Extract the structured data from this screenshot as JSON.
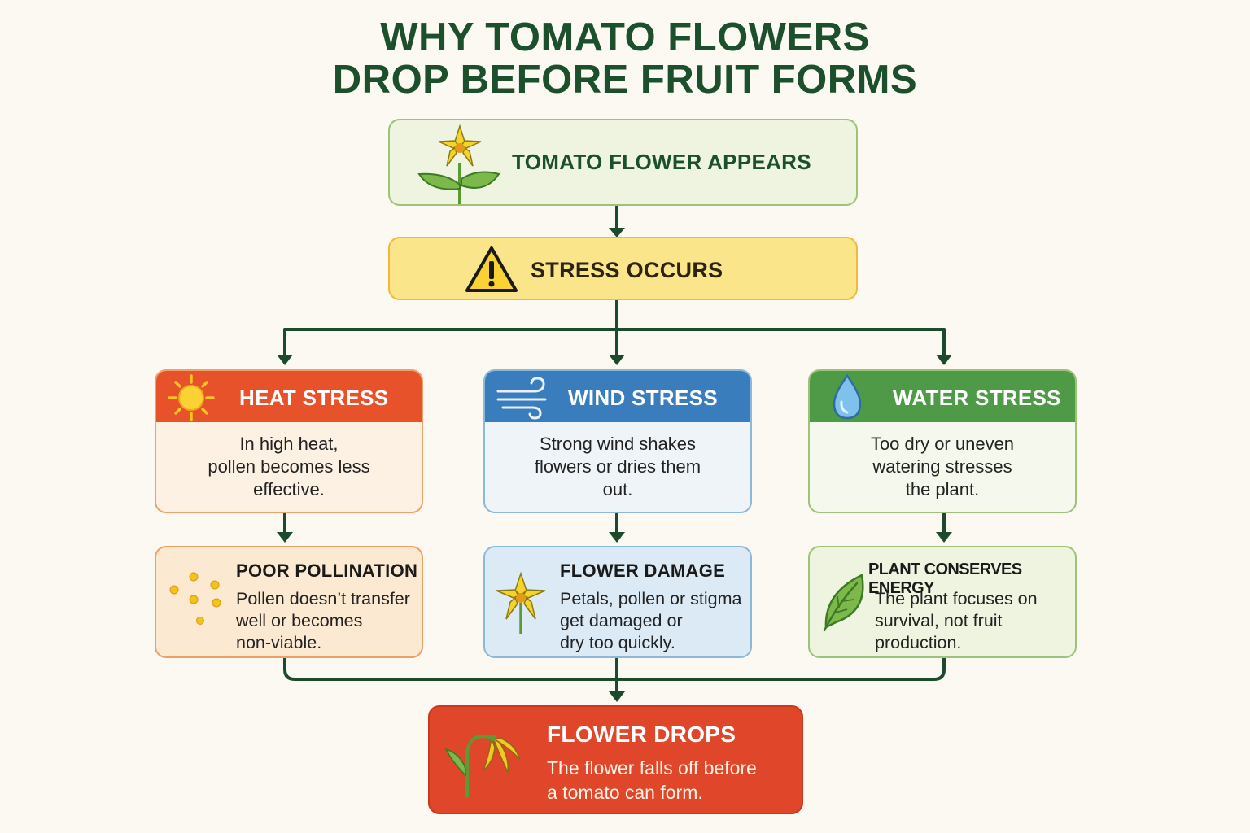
{
  "title": {
    "line1": "WHY TOMATO FLOWERS",
    "line2": "DROP BEFORE FRUIT FORMS"
  },
  "nodes": {
    "flower_appears": {
      "label": "TOMATO FLOWER APPEARS",
      "icon": "tomato-flower-icon"
    },
    "stress_occurs": {
      "label": "STRESS OCCURS",
      "icon": "warning-icon"
    },
    "heat_stress": {
      "label": "HEAT STRESS",
      "icon": "sun-icon",
      "desc": [
        "In high heat,",
        "pollen becomes less",
        "effective."
      ]
    },
    "wind_stress": {
      "label": "WIND STRESS",
      "icon": "wind-icon",
      "desc": [
        "Strong wind shakes",
        "flowers or dries them",
        "out."
      ]
    },
    "water_stress": {
      "label": "WATER STRESS",
      "icon": "water-drop-icon",
      "desc": [
        "Too dry or uneven",
        "watering stresses",
        "the plant."
      ]
    },
    "poor_pollination": {
      "label": "POOR POLLINATION",
      "icon": "pollen-icon",
      "desc": [
        "Pollen doesn’t transfer",
        "well or becomes",
        "non-viable."
      ]
    },
    "flower_damage": {
      "label": "FLOWER DAMAGE",
      "icon": "damaged-flower-icon",
      "desc": [
        "Petals, pollen or stigma",
        "get damaged or",
        "dry too quickly."
      ]
    },
    "plant_conserves": {
      "label": "PLANT CONSERVES ENERGY",
      "icon": "leaf-icon",
      "desc": [
        "The plant focuses on",
        "survival, not fruit",
        "production."
      ]
    },
    "flower_drops": {
      "label": "FLOWER DROPS",
      "icon": "wilted-flower-icon",
      "desc": [
        "The flower falls off before",
        "a tomato can form."
      ]
    }
  },
  "colors": {
    "title": "#1c4f2c",
    "connector": "#1d4a2c",
    "heat": "#e8522a",
    "wind": "#3a7dbd",
    "water": "#4f9a46",
    "drop": "#e0472a"
  }
}
